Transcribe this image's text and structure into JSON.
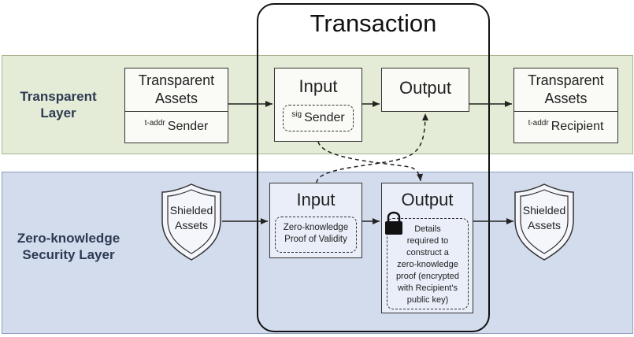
{
  "title": "Transaction",
  "layers": {
    "transparent": {
      "label_line1": "Transparent",
      "label_line2": "Layer"
    },
    "zk": {
      "label_line1": "Zero-knowledge",
      "label_line2": "Security Layer"
    }
  },
  "transparent_layer": {
    "sender_box": {
      "title_line1": "Transparent",
      "title_line2": "Assets",
      "prefix": "t-addr",
      "name": "Sender"
    },
    "input_box": {
      "title": "Input",
      "prefix": "sig",
      "name": "Sender"
    },
    "output_box": {
      "title": "Output"
    },
    "recipient_box": {
      "title_line1": "Transparent",
      "title_line2": "Assets",
      "prefix": "t-addr",
      "name": "Recipient"
    }
  },
  "zk_layer": {
    "shield_left": {
      "line1": "Shielded",
      "line2": "Assets"
    },
    "input_box": {
      "title": "Input",
      "detail_line1": "Zero-knowledge",
      "detail_line2": "Proof of Validity"
    },
    "output_box": {
      "title": "Output",
      "detail_lines": [
        "Details",
        "required to",
        "construct a",
        "zero-knowledge",
        "proof (encrypted",
        "with Recipient's",
        "public key)"
      ],
      "icon": "lock-icon"
    },
    "shield_right": {
      "line1": "Shielded",
      "line2": "Assets"
    }
  }
}
